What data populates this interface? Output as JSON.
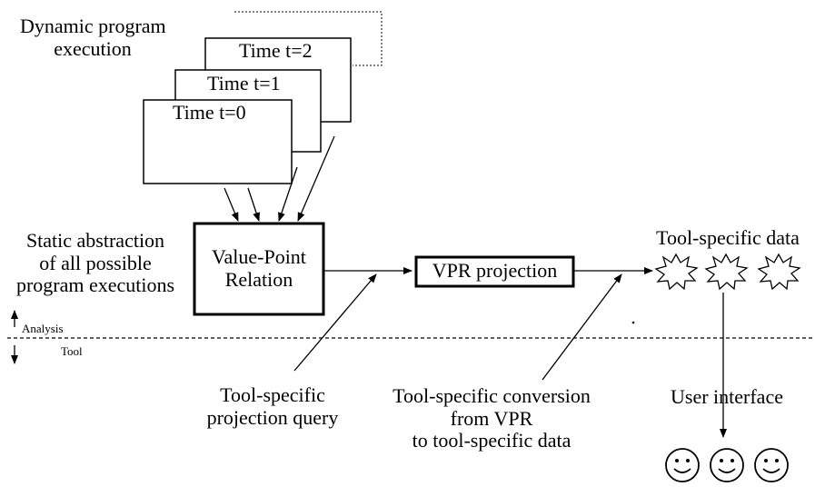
{
  "execution": {
    "title_line1": "Dynamic program",
    "title_line2": "execution",
    "frames": [
      "Time t=2",
      "Time t=1",
      "Time t=0"
    ]
  },
  "static_abstraction": {
    "line1": "Static abstraction",
    "line2": "of all possible",
    "line3": "program executions"
  },
  "vpr_box": {
    "line1": "Value-Point",
    "line2": "Relation"
  },
  "projection_box": {
    "label": "VPR projection"
  },
  "tool_data": {
    "label": "Tool-specific data"
  },
  "layers": {
    "analysis": "Analysis",
    "tool": "Tool"
  },
  "query": {
    "line1": "Tool-specific",
    "line2": "projection query"
  },
  "conversion": {
    "line1": "Tool-specific conversion",
    "line2": "from VPR",
    "line3": "to tool-specific data"
  },
  "user_interface": {
    "label": "User interface"
  }
}
